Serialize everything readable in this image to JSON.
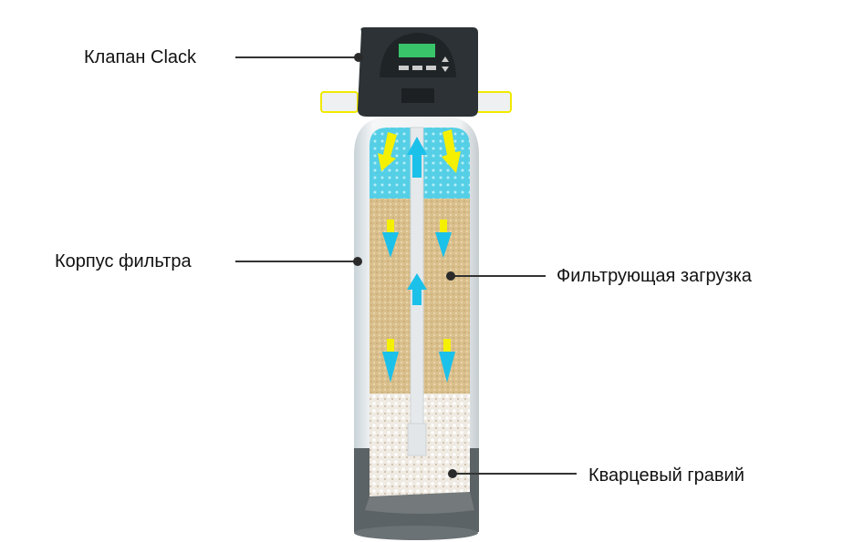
{
  "labels": {
    "valve": "Клапан Clack",
    "body": "Корпус фильтра",
    "media": "Фильтрующая загрузка",
    "gravel": "Кварцевый гравий"
  },
  "colors": {
    "water": "#5fd3e8",
    "media": "#d9bf8c",
    "gravel": "#ece6dc",
    "valve": "#2c3235",
    "display": "#39c46a",
    "arrow_blue": "#1cc1ea",
    "arrow_yellow": "#f5f000",
    "base": "#5c6366"
  }
}
